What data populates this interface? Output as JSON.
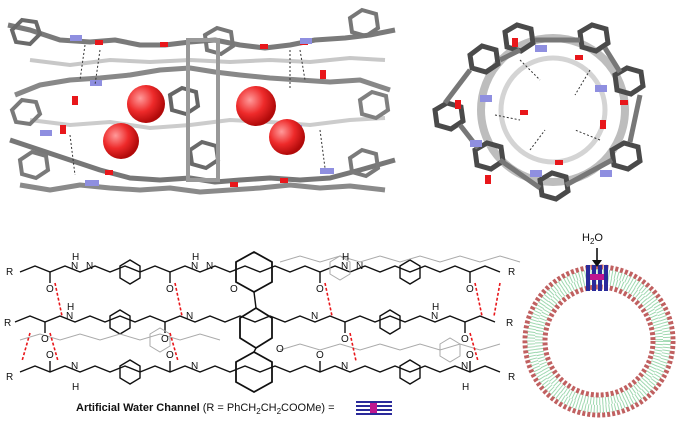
{
  "caption": {
    "title": "Artificial Water Channel",
    "r_prefix": "(R = PhCH",
    "sub2a": "2",
    "mid1": "CH",
    "sub2b": "2",
    "r_suffix": "COOMe)",
    "equals": "="
  },
  "water": {
    "main": "H",
    "sub": "2",
    "tail": "O"
  },
  "atom_labels": {
    "N": "N",
    "H": "H",
    "O": "O",
    "R": "R"
  },
  "colors": {
    "carbon": "#6e6e6e",
    "carbon_light": "#bdbdbd",
    "oxygen": "#e8171b",
    "nitrogen": "#8f8fe0",
    "hbond": "#e8171b",
    "membrane_head": "#c06060",
    "membrane_tail": "#9fd8b0",
    "channel": "#2a2a9a",
    "channel_core": "#c0178f"
  }
}
